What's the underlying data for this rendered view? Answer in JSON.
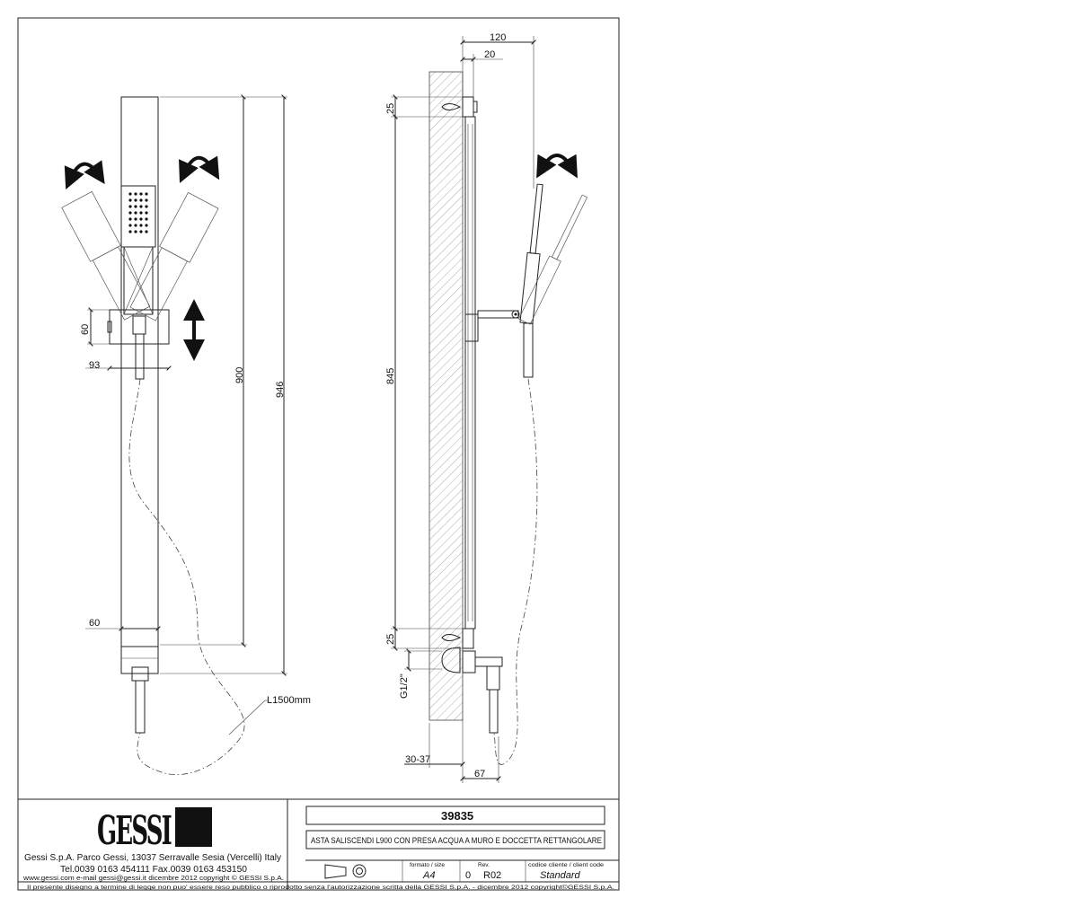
{
  "front_view": {
    "dim_60_clamp": "60",
    "dim_93": "93",
    "dim_900": "900",
    "dim_946": "946",
    "dim_60_bottom": "60",
    "hose_label": "L1500mm"
  },
  "side_view": {
    "dim_120": "120",
    "dim_20": "20",
    "dim_25_top": "25",
    "dim_845": "845",
    "dim_25_bottom": "25",
    "dim_g12": "G1/2\"",
    "dim_30_37": "30-37",
    "dim_67": "67"
  },
  "title_block": {
    "brand": "GESSI",
    "address": "Gessi S.p.A. Parco Gessi, 13037 Serravalle Sesia (Vercelli) Italy",
    "phone": "Tel.0039 0163 454111 Fax.0039 0163 453150",
    "web": "www.gessi.com e-mail gessi@gessi.it dicembre 2012 copyright © GESSI S.p.A.",
    "code": "39835",
    "description": "ASTA SALISCENDI L900 CON PRESA ACQUA A MURO E DOCCETTA RETTANGOLARE",
    "format_label": "formato / size",
    "format_value": "A4",
    "rev_label": "Rev.",
    "rev_value": "0",
    "rev_code": "R02",
    "client_label": "codice cliente / client code",
    "client_value": "Standard",
    "legal": "Il presente disegno a termine di legge non puo' essere reso pubblico o riprodotto senza l'autorizzazione scritta della GESSI S.p.A. - dicembre 2012 copyright©GESSI S.p.A."
  },
  "colors": {
    "ink": "#111111",
    "paper": "#ffffff"
  }
}
